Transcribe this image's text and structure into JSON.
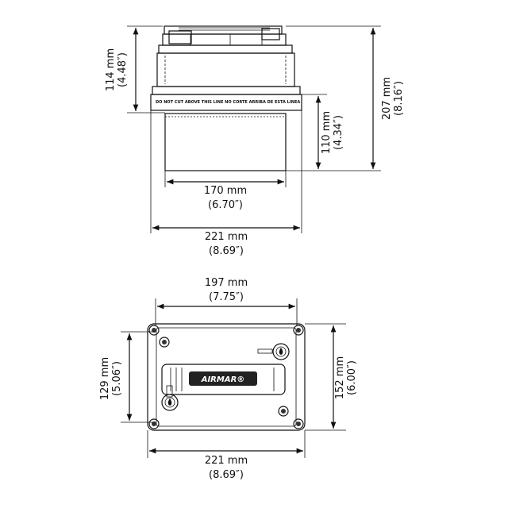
{
  "side_view": {
    "height_upper": {
      "mm": "114 mm",
      "in": "(4.48″)"
    },
    "height_total": {
      "mm": "207 mm",
      "in": "(8.16″)"
    },
    "height_lower": {
      "mm": "110 mm",
      "in": "(4.34″)"
    },
    "width_lower": {
      "mm": "170 mm",
      "in": "(6.70″)"
    },
    "width_total": {
      "mm": "221 mm",
      "in": "(8.69″)"
    },
    "cut_line_text": "DO NOT CUT ABOVE THIS LINE   NO CORTE ARRIBA DE ESTA LINEA"
  },
  "top_view": {
    "width_inner": {
      "mm": "197 mm",
      "in": "(7.75″)"
    },
    "height_inner": {
      "mm": "129 mm",
      "in": "(5.06″)"
    },
    "height_total": {
      "mm": "152 mm",
      "in": "(6.00″)"
    },
    "width_total": {
      "mm": "221 mm",
      "in": "(8.69″)"
    },
    "logo_text": "AIRMAR®"
  },
  "colors": {
    "line": "#111111",
    "background": "#ffffff",
    "logo_bg": "#222222"
  }
}
